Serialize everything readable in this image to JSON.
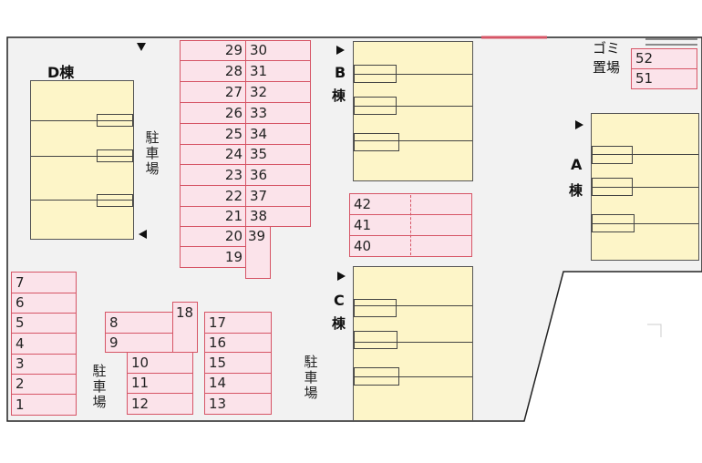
{
  "map": {
    "buildings": {
      "d": "D棟",
      "b": [
        "B",
        "棟"
      ],
      "a": [
        "A",
        "棟"
      ],
      "c": [
        "C",
        "棟"
      ]
    },
    "parking_labels": {
      "left_top": [
        "駐",
        "車",
        "場"
      ],
      "left_bottom": [
        "駐",
        "車",
        "場"
      ],
      "center_bottom": [
        "駐",
        "車",
        "場"
      ]
    },
    "garbage": {
      "line1": "ゴミ",
      "line2": "置場"
    },
    "lots": {
      "col_left": [
        "29",
        "28",
        "27",
        "26",
        "25",
        "24",
        "23",
        "22",
        "21",
        "20",
        "19"
      ],
      "col_right": [
        "30",
        "31",
        "32",
        "33",
        "34",
        "35",
        "36",
        "37",
        "38",
        "39"
      ],
      "west": [
        "7",
        "6",
        "5",
        "4",
        "3",
        "2",
        "1"
      ],
      "mid_pair": [
        "8",
        "9"
      ],
      "lot18": "18",
      "mid_col": [
        "10",
        "11",
        "12"
      ],
      "east_col": [
        "17",
        "16",
        "15",
        "14",
        "13"
      ],
      "center": [
        "42",
        "41",
        "40"
      ],
      "garbage_lots": [
        "52",
        "51"
      ]
    },
    "colors": {
      "lot_fill": "#fbe3ea",
      "lot_border": "#d65566",
      "building_fill": "#fdf5c8",
      "ground": "#f2f2f2"
    }
  }
}
